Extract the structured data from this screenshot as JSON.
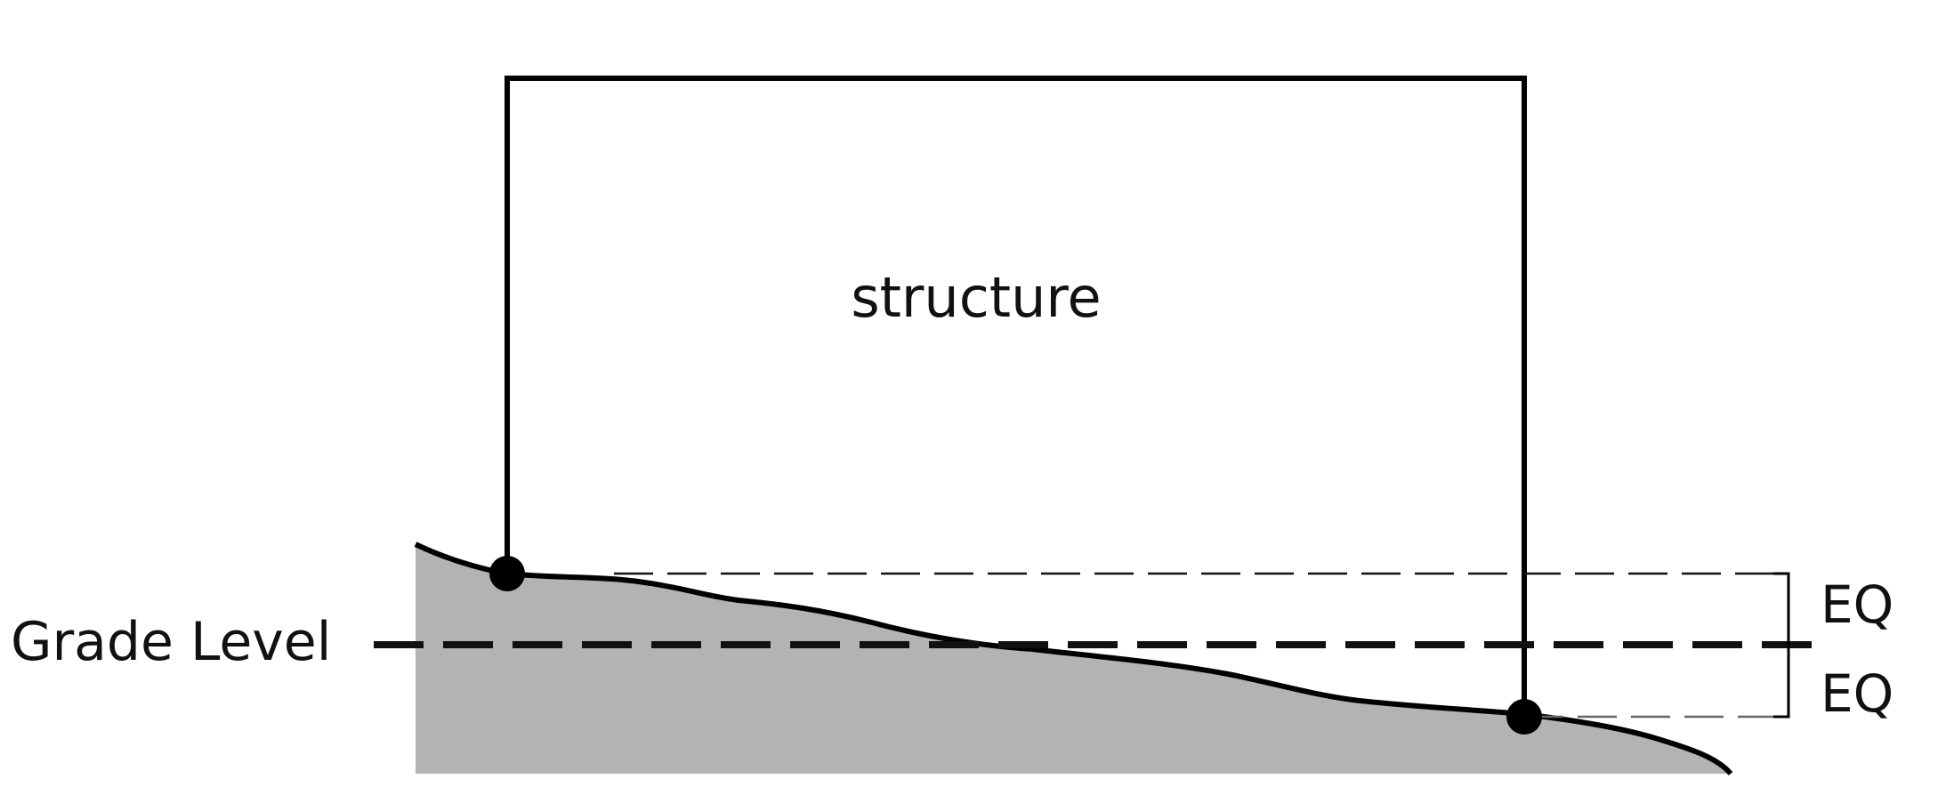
{
  "labels": {
    "structure": "structure",
    "grade_level": "Grade Level",
    "eq_top": "EQ",
    "eq_bottom": "EQ"
  },
  "colors": {
    "ground_fill": "#b3b3b3",
    "line": "#000000",
    "dashed_line": "#111111",
    "background": "#ffffff"
  }
}
